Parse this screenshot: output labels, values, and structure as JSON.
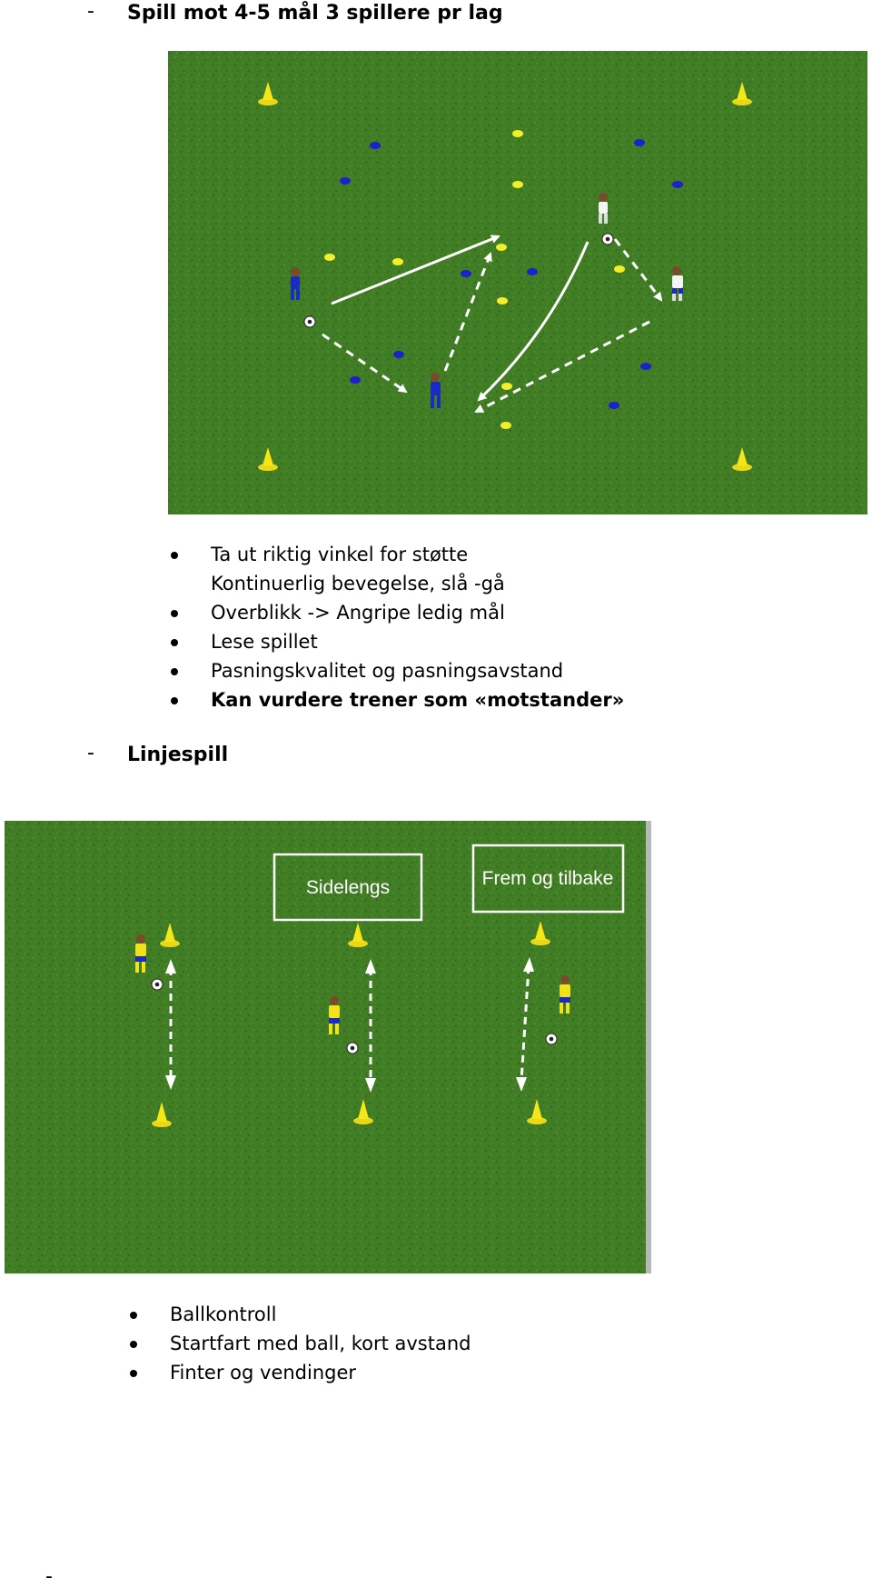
{
  "section1": {
    "dash": "-",
    "title": "Spill mot 4-5 mål 3 spillere pr lag",
    "bullets": [
      {
        "text": "Ta ut riktig vinkel for støtte",
        "bullet": true,
        "bold": false
      },
      {
        "text": "Kontinuerlig bevegelse, slå -gå",
        "bullet": false,
        "bold": false
      },
      {
        "text": "Overblikk -> Angripe ledig mål",
        "bullet": true,
        "bold": false
      },
      {
        "text": "Lese spillet",
        "bullet": true,
        "bold": false
      },
      {
        "text": "Pasningskvalitet og pasningsavstand",
        "bullet": true,
        "bold": false
      },
      {
        "text": "Kan vurdere trener som «motstander»",
        "bullet": true,
        "bold": true
      }
    ]
  },
  "section2": {
    "dash": "-",
    "title": "Linjespill",
    "diagram": {
      "box1_label": "Sidelengs",
      "box2_label": "Frem og tilbake"
    },
    "bullets": [
      {
        "text": "Ballkontroll",
        "bullet": true
      },
      {
        "text": "Startfart med ball, kort avstand",
        "bullet": true
      },
      {
        "text": "Finter og vendinger",
        "bullet": true
      }
    ]
  },
  "footer_dash": "-",
  "colors": {
    "grass": "#3f7a22",
    "cone": "#f5e617",
    "marker_blue": "#1b22c8",
    "marker_yellow": "#f2ee2a",
    "team_blue": "#1a2bc0",
    "team_white": "#f4f4f4",
    "team_yellow": "#f2e21a"
  }
}
